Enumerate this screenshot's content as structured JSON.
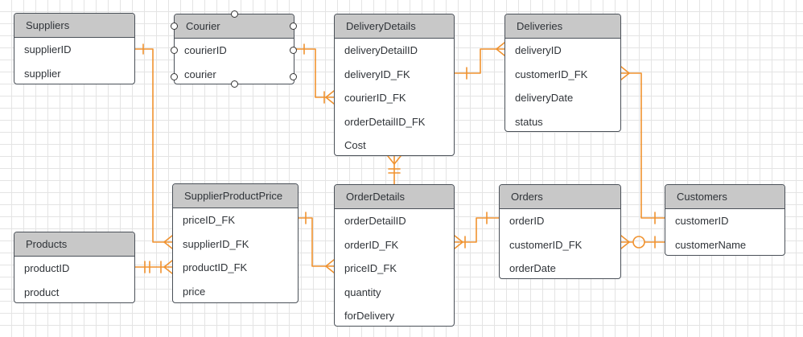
{
  "entities": {
    "suppliers": {
      "title": "Suppliers",
      "fields": [
        "supplierID",
        "supplier"
      ]
    },
    "courier": {
      "title": "Courier",
      "fields": [
        "courierID",
        "courier"
      ]
    },
    "delivery_details": {
      "title": "DeliveryDetails",
      "fields": [
        "deliveryDetailID",
        "deliveryID_FK",
        "courierID_FK",
        "orderDetailID_FK",
        "Cost"
      ]
    },
    "deliveries": {
      "title": "Deliveries",
      "fields": [
        "deliveryID",
        "customerID_FK",
        "deliveryDate",
        "status"
      ]
    },
    "supplier_product_price": {
      "title": "SupplierProductPrice",
      "fields": [
        "priceID_FK",
        "supplierID_FK",
        "productID_FK",
        "price"
      ]
    },
    "order_details": {
      "title": "OrderDetails",
      "fields": [
        "orderDetailID",
        "orderID_FK",
        "priceID_FK",
        "quantity",
        "forDelivery"
      ]
    },
    "orders": {
      "title": "Orders",
      "fields": [
        "orderID",
        "customerID_FK",
        "orderDate"
      ]
    },
    "customers": {
      "title": "Customers",
      "fields": [
        "customerID",
        "customerName"
      ]
    },
    "products": {
      "title": "Products",
      "fields": [
        "productID",
        "product"
      ]
    }
  },
  "relationships": [
    {
      "from": "Suppliers",
      "to": "SupplierProductPrice",
      "from_end": "one",
      "to_end": "many"
    },
    {
      "from": "Products",
      "to": "SupplierProductPrice",
      "from_end": "one-mandatory",
      "to_end": "many-mandatory"
    },
    {
      "from": "Courier",
      "to": "DeliveryDetails",
      "from_end": "one",
      "to_end": "many-mandatory"
    },
    {
      "from": "DeliveryDetails",
      "to": "Deliveries",
      "from_end": "one",
      "to_end": "many"
    },
    {
      "from": "DeliveryDetails",
      "to": "OrderDetails",
      "from_end": "many",
      "to_end": "one-mandatory"
    },
    {
      "from": "SupplierProductPrice",
      "to": "OrderDetails",
      "from_end": "one",
      "to_end": "many"
    },
    {
      "from": "OrderDetails",
      "to": "Orders",
      "from_end": "many-mandatory",
      "to_end": "one"
    },
    {
      "from": "Orders",
      "to": "Customers",
      "from_end": "many-optional",
      "to_end": "one-mandatory"
    },
    {
      "from": "Deliveries",
      "to": "Customers",
      "from_end": "many",
      "to_end": "one"
    }
  ],
  "colors": {
    "connector": "#f0922f",
    "header": "#c8c8c8",
    "border": "#4a5058",
    "grid": "#e4e4e4"
  }
}
